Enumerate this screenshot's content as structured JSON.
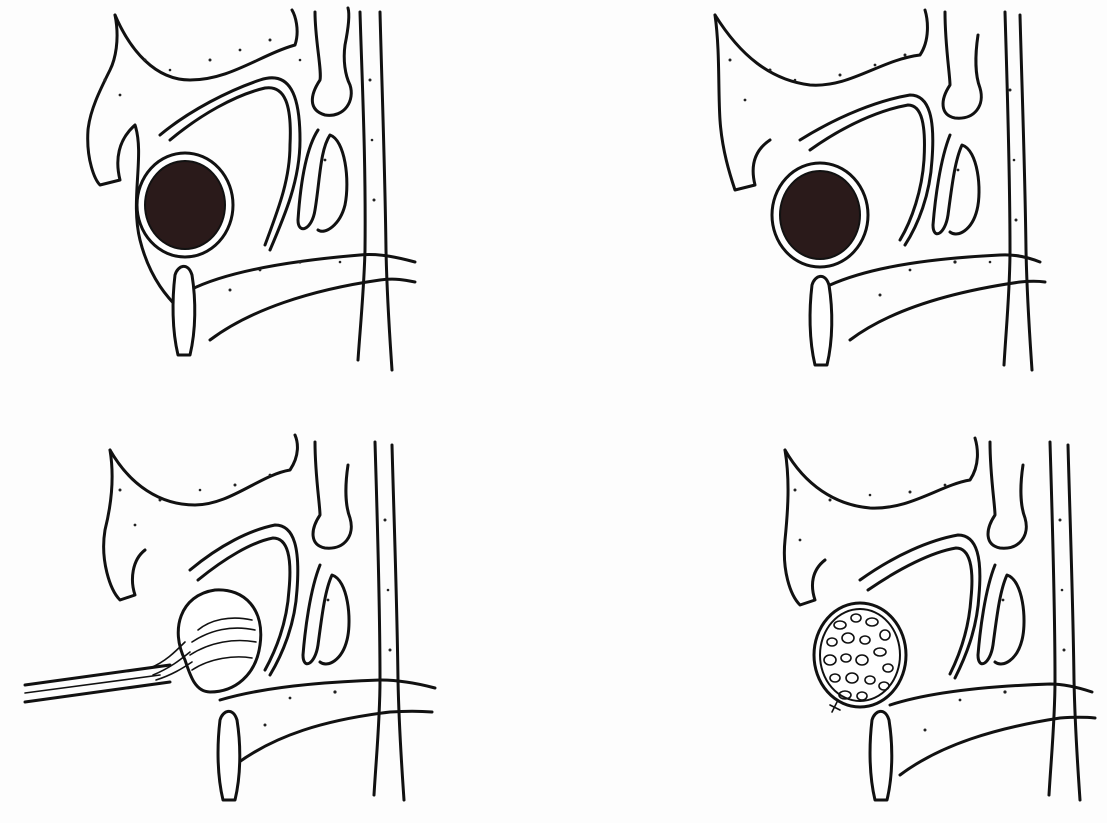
{
  "figure": {
    "panels": [
      {
        "id": "a",
        "cyst_fill": "solid-dark",
        "instrument": "none"
      },
      {
        "id": "b",
        "cyst_fill": "solid-dark",
        "instrument": "none"
      },
      {
        "id": "c",
        "cyst_fill": "empty-collapsing",
        "instrument": "suction-cannula"
      },
      {
        "id": "d",
        "cyst_fill": "granular-graft",
        "instrument": "none"
      }
    ],
    "colors": {
      "ink": "#111111",
      "cyst_dark": "#2a1a1a",
      "paper": "#fdfdfd"
    }
  }
}
